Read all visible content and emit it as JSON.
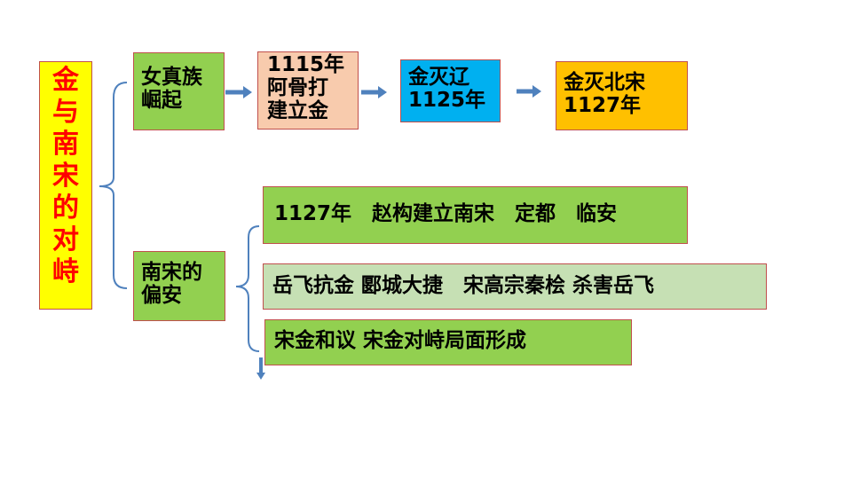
{
  "title": [
    "金",
    "与",
    "南",
    "宋",
    "的",
    "对",
    "峙"
  ],
  "nodes": {
    "jurchen": "女真族\n崛起",
    "aguda": "1115年\n阿骨打\n建立金",
    "liao": "金灭辽\n1125年",
    "north_song": "金灭北宋\n1127年",
    "south_song": "南宋的\n偏安",
    "event1": "1127年　赵构建立南宋　定都　临安",
    "event2": "岳飞抗金 郾城大捷　宋高宗秦桧 杀害岳飞",
    "event3": "宋金和议 宋金对峙局面形成"
  },
  "colors": {
    "title_bg": "#ffff00",
    "title_text": "#ff0000",
    "green": "#92d050",
    "salmon": "#f8cbad",
    "cyan": "#00b0f0",
    "orange": "#ffc000",
    "light_green": "#c6e0b4",
    "border": "#c0504d",
    "connector": "#4f81bd"
  }
}
